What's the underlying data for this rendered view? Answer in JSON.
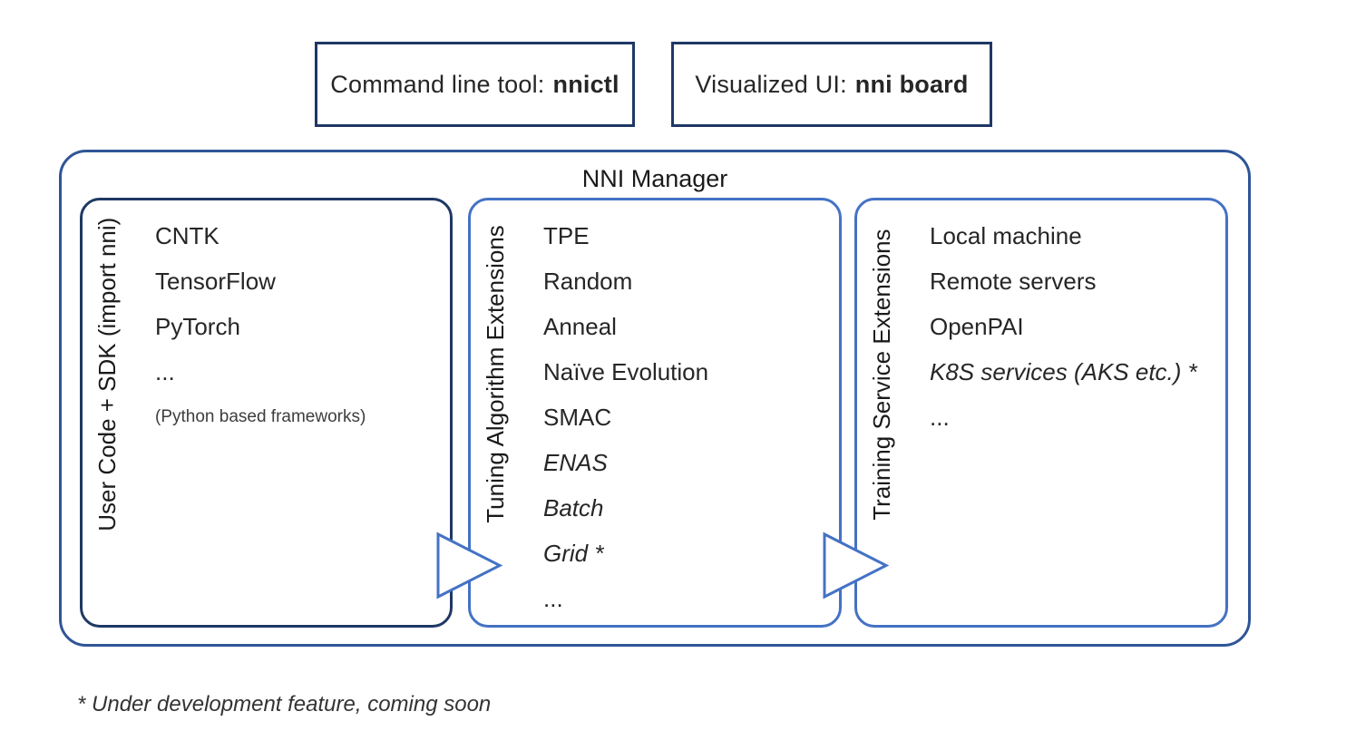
{
  "top_boxes": [
    {
      "label": "Command line tool:",
      "value": "nnictl"
    },
    {
      "label": "Visualized UI:",
      "value": "nni board"
    }
  ],
  "manager": {
    "title": "NNI Manager",
    "columns": [
      {
        "side_label": "User Code + SDK (import nni)",
        "items": [
          {
            "text": "CNTK",
            "style": "normal"
          },
          {
            "text": "TensorFlow",
            "style": "normal"
          },
          {
            "text": "PyTorch",
            "style": "normal"
          },
          {
            "text": "...",
            "style": "normal"
          },
          {
            "text": "(Python based frameworks)",
            "style": "small"
          }
        ]
      },
      {
        "side_label": "Tuning Algorithm Extensions",
        "items": [
          {
            "text": "TPE",
            "style": "normal"
          },
          {
            "text": "Random",
            "style": "normal"
          },
          {
            "text": "Anneal",
            "style": "normal"
          },
          {
            "text": "Naïve Evolution",
            "style": "normal"
          },
          {
            "text": "SMAC",
            "style": "normal"
          },
          {
            "text": "ENAS",
            "style": "italic"
          },
          {
            "text": "Batch",
            "style": "italic"
          },
          {
            "text": "Grid *",
            "style": "italic"
          },
          {
            "text": "...",
            "style": "normal"
          }
        ]
      },
      {
        "side_label": "Training Service Extensions",
        "items": [
          {
            "text": "Local machine",
            "style": "normal"
          },
          {
            "text": "Remote servers",
            "style": "normal"
          },
          {
            "text": "OpenPAI",
            "style": "normal"
          },
          {
            "text": "K8S services (AKS etc.) *",
            "style": "italic"
          },
          {
            "text": "...",
            "style": "normal"
          }
        ]
      }
    ]
  },
  "footnote": "* Under development feature, coming soon",
  "colors": {
    "outer_border": "#2f5597",
    "dark_border": "#1f3864",
    "light_border": "#4472c4",
    "text": "#262626"
  }
}
